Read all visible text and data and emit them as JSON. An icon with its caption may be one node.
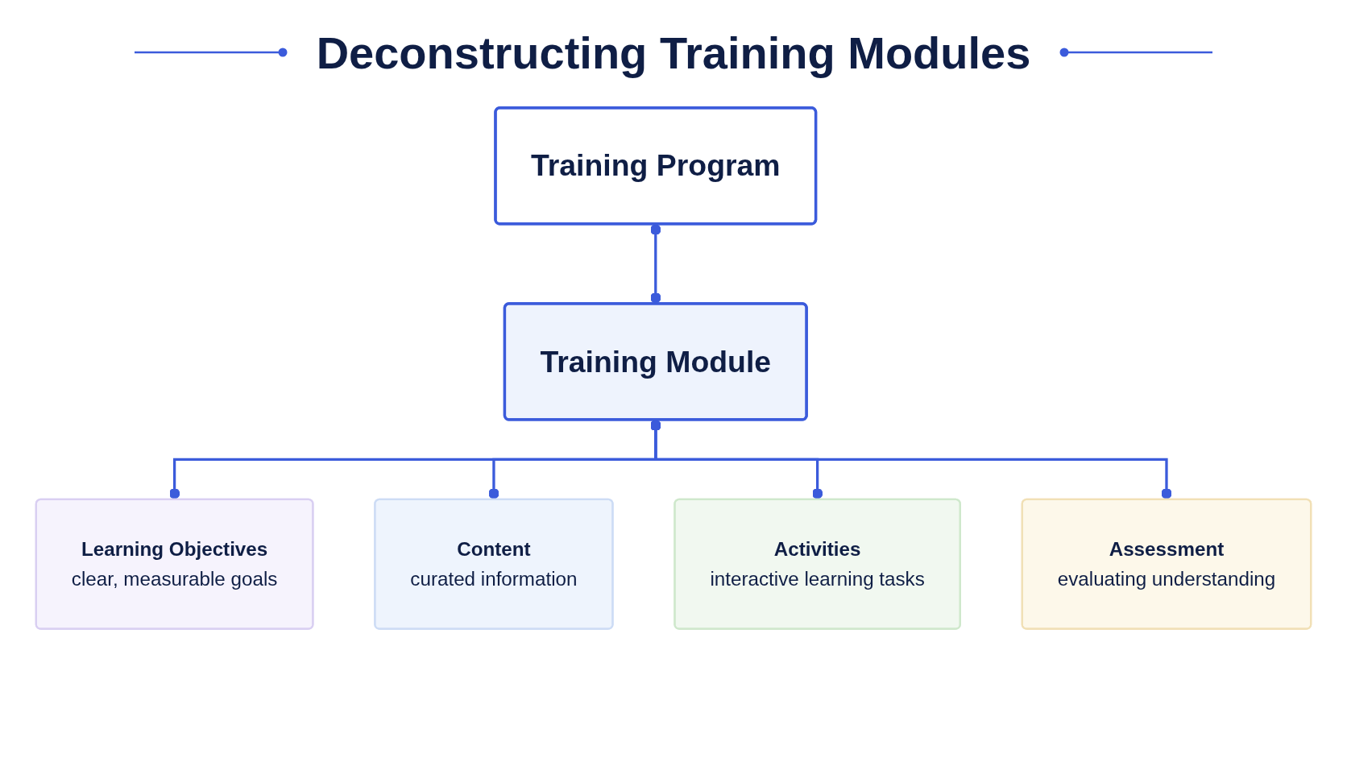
{
  "diagram": {
    "title": "Deconstructing Training Modules",
    "nodes": [
      {
        "text": [
          "Training Program"
        ]
      },
      {
        "text": [
          "Training Module"
        ]
      },
      {
        "text": [
          "Learning Objectives",
          "clear, measurable goals"
        ]
      },
      {
        "text": [
          "Content",
          "curated information"
        ]
      },
      {
        "text": [
          "Activities",
          "interactive learning tasks"
        ]
      },
      {
        "text": [
          "Assessment",
          "evaluating understanding"
        ]
      }
    ],
    "edges": [
      {
        "from": 0,
        "to": 1,
        "arrow": "other"
      },
      {
        "from": 1,
        "to": 2,
        "arrow": "other"
      },
      {
        "from": 1,
        "to": 3,
        "arrow": "other"
      },
      {
        "from": 1,
        "to": 4,
        "arrow": "other"
      },
      {
        "from": 1,
        "to": 5,
        "arrow": "other"
      }
    ]
  }
}
